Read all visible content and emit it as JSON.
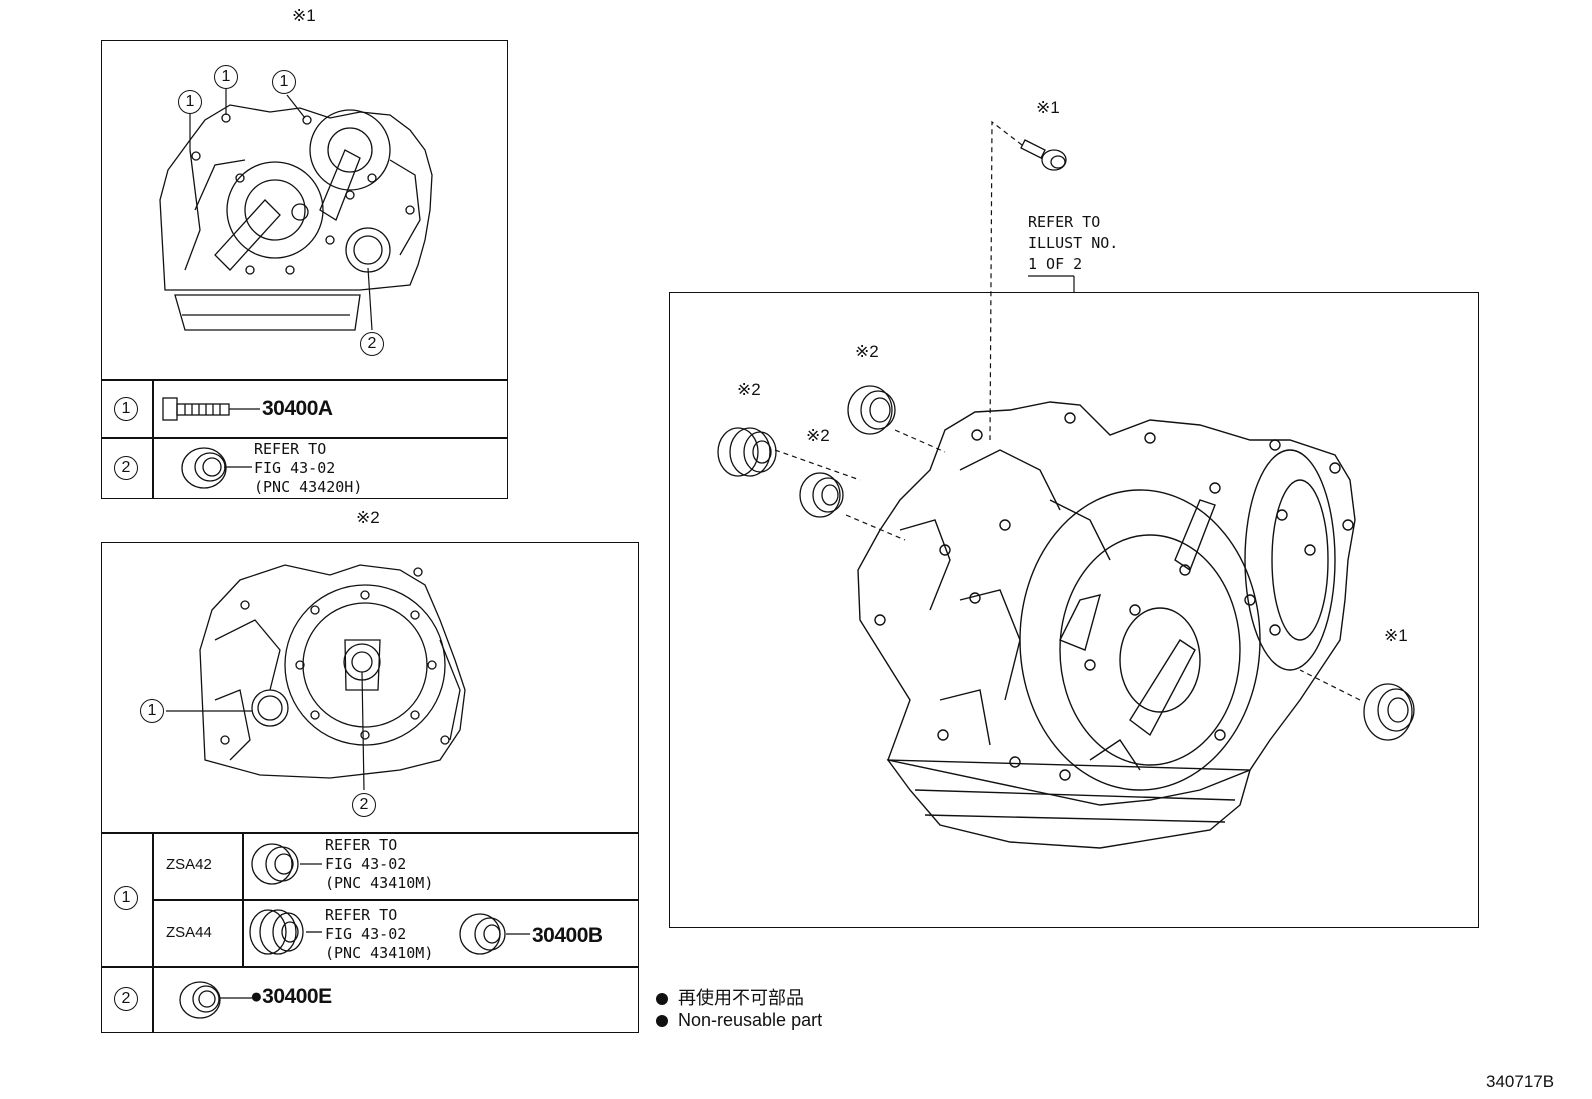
{
  "diagram_id": "340717B",
  "notes": {
    "n1": "※1",
    "n2": "※2"
  },
  "callouts": {
    "c1": "1",
    "c2": "2"
  },
  "panel1": {
    "note": "※1",
    "row1_part": "30400A",
    "row2_text": "REFER TO\nFIG 43-02\n(PNC 43420H)"
  },
  "panel2": {
    "note": "※2",
    "row1a_model": "ZSA42",
    "row1a_text": "REFER TO\nFIG 43-02\n(PNC 43410M)",
    "row1b_model": "ZSA44",
    "row1b_text": "REFER TO\nFIG 43-02\n(PNC 43410M)",
    "row1b_part": "30400B",
    "row2_part": "●30400E"
  },
  "main": {
    "refer_text": "REFER TO\nILLUST NO.\n1 OF 2",
    "note_bolt": "※1",
    "note_seal_a": "※2",
    "note_seal_b": "※2",
    "note_seal_c": "※2",
    "note_seal_right": "※1"
  },
  "legend": {
    "jp": "再使用不可部品",
    "en": "Non-reusable part"
  }
}
